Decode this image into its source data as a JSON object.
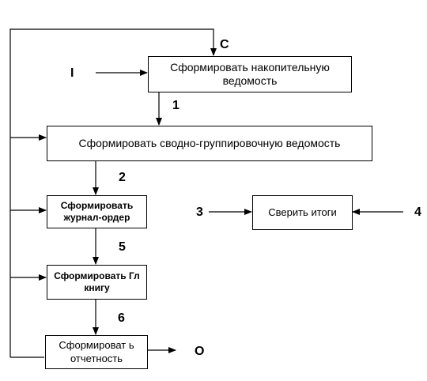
{
  "boxes": {
    "accumulate": "Сформировать накопительную ведомость",
    "summary": "Сформировать сводно-группировочную ведомость",
    "journal": "Сформировать журнал-ордер",
    "ledger": "Сформировать Гл книгу",
    "report": "Сформироват ь отчетность",
    "verify": "Сверить итоги"
  },
  "labels": {
    "c": "С",
    "i": "I",
    "o": "O",
    "n1": "1",
    "n2": "2",
    "n3": "3",
    "n4": "4",
    "n5": "5",
    "n6": "6"
  }
}
